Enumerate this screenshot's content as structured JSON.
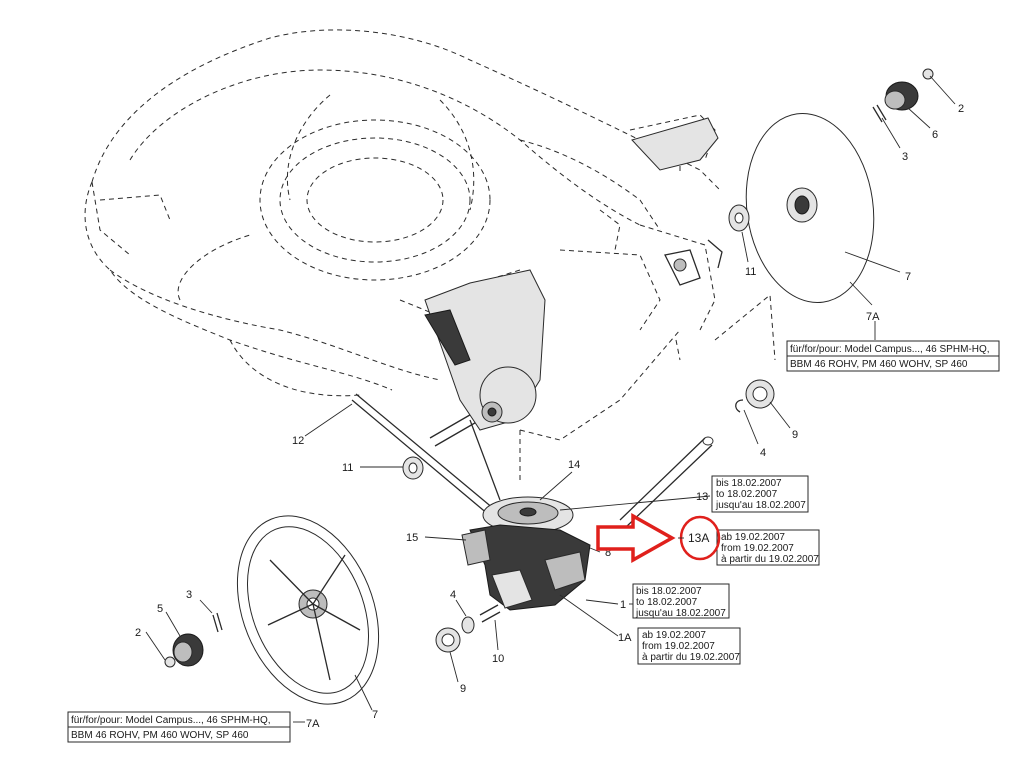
{
  "callouts": [
    {
      "id": "c2-top",
      "text": "2"
    },
    {
      "id": "c6-top",
      "text": "6"
    },
    {
      "id": "c3-top",
      "text": "3"
    },
    {
      "id": "c11-right",
      "text": "11"
    },
    {
      "id": "c7-right",
      "text": "7"
    },
    {
      "id": "c7A-right",
      "text": "7A"
    },
    {
      "id": "c9-right",
      "text": "9"
    },
    {
      "id": "c4-right",
      "text": "4"
    },
    {
      "id": "c12",
      "text": "12"
    },
    {
      "id": "c11-left",
      "text": "11"
    },
    {
      "id": "c14",
      "text": "14"
    },
    {
      "id": "c13",
      "text": "13"
    },
    {
      "id": "c15",
      "text": "15"
    },
    {
      "id": "c8",
      "text": "8"
    },
    {
      "id": "c1",
      "text": "1"
    },
    {
      "id": "c1A",
      "text": "1A"
    },
    {
      "id": "c3-left",
      "text": "3"
    },
    {
      "id": "c5",
      "text": "5"
    },
    {
      "id": "c2-left",
      "text": "2"
    },
    {
      "id": "c4-left",
      "text": "4"
    },
    {
      "id": "c10",
      "text": "10"
    },
    {
      "id": "c9-left",
      "text": "9"
    },
    {
      "id": "c7-left",
      "text": "7"
    },
    {
      "id": "c7A-left",
      "text": "7A"
    }
  ],
  "highlight": {
    "label": "13A",
    "ring_color": "#e0201c",
    "arrow_color": "#e0201c"
  },
  "boxes": {
    "model_right": [
      "für/for/pour: Model Campus..., 46 SPHM-HQ,",
      "BBM 46 ROHV, PM 460 WOHV, SP 460"
    ],
    "model_left": [
      "für/for/pour: Model Campus..., 46 SPHM-HQ,",
      "BBM 46 ROHV, PM 460 WOHV, SP 460"
    ],
    "date_13": [
      "bis 18.02.2007",
      "to 18.02.2007",
      "jusqu'au 18.02.2007"
    ],
    "date_13A": [
      "ab 19.02.2007",
      "from 19.02.2007",
      "à partir du 19.02.2007"
    ],
    "date_1": [
      "bis 18.02.2007",
      "to 18.02.2007",
      "jusqu'au 18.02.2007"
    ],
    "date_1A": [
      "ab 19.02.2007",
      "from 19.02.2007",
      "à partir du 19.02.2007"
    ]
  }
}
